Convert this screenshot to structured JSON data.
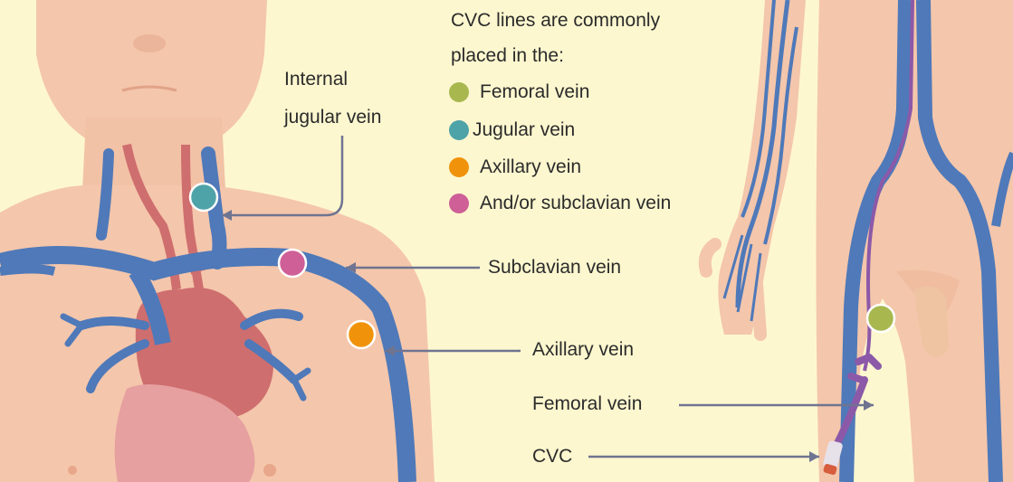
{
  "intro": {
    "line1": "CVC lines are commonly",
    "line2": "placed in the:"
  },
  "legend": [
    {
      "label": "Femoral vein",
      "color": "#a8b84f"
    },
    {
      "label": "Jugular vein",
      "color": "#4ea3a8"
    },
    {
      "label": "Axillary vein",
      "color": "#f0930a"
    },
    {
      "label": "And/or subclavian vein",
      "color": "#cf5f97"
    }
  ],
  "labels": {
    "internal_jugular_line1": "Internal",
    "internal_jugular_line2": "jugular vein",
    "subclavian": "Subclavian vein",
    "axillary": "Axillary vein",
    "femoral": "Femoral vein",
    "cvc": "CVC"
  },
  "colors": {
    "background": "#fdf7cf",
    "skin": "#f6cbb2",
    "vein": "#4f79b9",
    "artery": "#d06b6b",
    "pointer": "#6f7491",
    "catheter": "#8c59a8"
  }
}
